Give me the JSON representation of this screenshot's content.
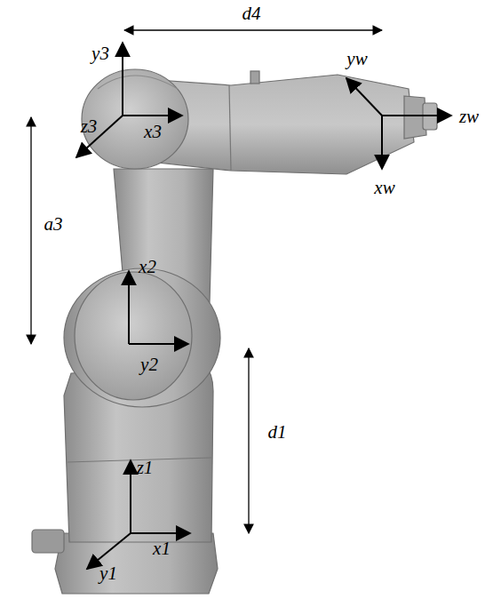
{
  "diagram": {
    "labels": [
      "d4",
      "y3",
      "z3",
      "x3",
      "yw",
      "zw",
      "xw",
      "a3",
      "x2",
      "y2",
      "d1",
      "z1",
      "x1",
      "y1"
    ]
  }
}
